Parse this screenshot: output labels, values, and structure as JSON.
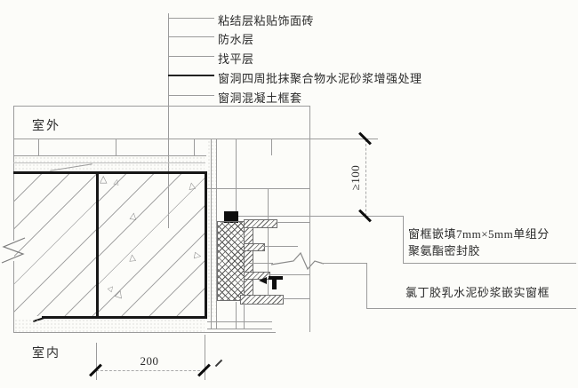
{
  "callouts": {
    "layers": [
      "粘结层粘贴饰面砖",
      "防水层",
      "找平层",
      "窗洞四周批抹聚合物水泥砂浆增强处理",
      "窗洞混凝土框套"
    ],
    "sealant_line1": "窗框嵌填7mm×5mm单组分",
    "sealant_line2": "聚氨酯密封胶",
    "mortar": "氯丁胶乳水泥砂浆嵌实窗框"
  },
  "regions": {
    "outdoor": "室外",
    "indoor": "室内"
  },
  "dimensions": {
    "recess_depth": "≥100",
    "frame_width": "200"
  },
  "colors": {
    "background": "#fcfcf9",
    "line_light": "#9b9b9b",
    "line_heavy": "#161616",
    "text": "#2b2b2b"
  }
}
